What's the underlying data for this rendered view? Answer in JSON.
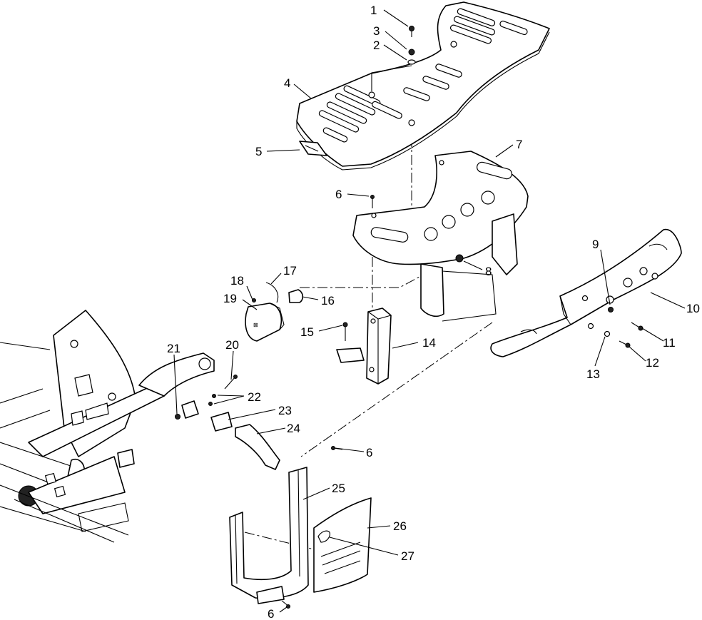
{
  "colors": {
    "ink": "#000000",
    "paper": "#ffffff"
  },
  "callouts": [
    {
      "id": "c1",
      "text": "1"
    },
    {
      "id": "c3",
      "text": "3"
    },
    {
      "id": "c2",
      "text": "2"
    },
    {
      "id": "c4",
      "text": "4"
    },
    {
      "id": "c5",
      "text": "5"
    },
    {
      "id": "c7",
      "text": "7"
    },
    {
      "id": "c6a",
      "text": "6"
    },
    {
      "id": "c8",
      "text": "8"
    },
    {
      "id": "c9",
      "text": "9"
    },
    {
      "id": "c10",
      "text": "10"
    },
    {
      "id": "c17",
      "text": "17"
    },
    {
      "id": "c18",
      "text": "18"
    },
    {
      "id": "c16",
      "text": "16"
    },
    {
      "id": "c19",
      "text": "19"
    },
    {
      "id": "c15",
      "text": "15"
    },
    {
      "id": "c14",
      "text": "14"
    },
    {
      "id": "c11",
      "text": "11"
    },
    {
      "id": "c12",
      "text": "12"
    },
    {
      "id": "c13",
      "text": "13"
    },
    {
      "id": "c21",
      "text": "21"
    },
    {
      "id": "c20",
      "text": "20"
    },
    {
      "id": "c22",
      "text": "22"
    },
    {
      "id": "c23",
      "text": "23"
    },
    {
      "id": "c24",
      "text": "24"
    },
    {
      "id": "c6b",
      "text": "6"
    },
    {
      "id": "c25",
      "text": "25"
    },
    {
      "id": "c26",
      "text": "26"
    },
    {
      "id": "c27",
      "text": "27"
    },
    {
      "id": "c6c",
      "text": "6"
    }
  ]
}
